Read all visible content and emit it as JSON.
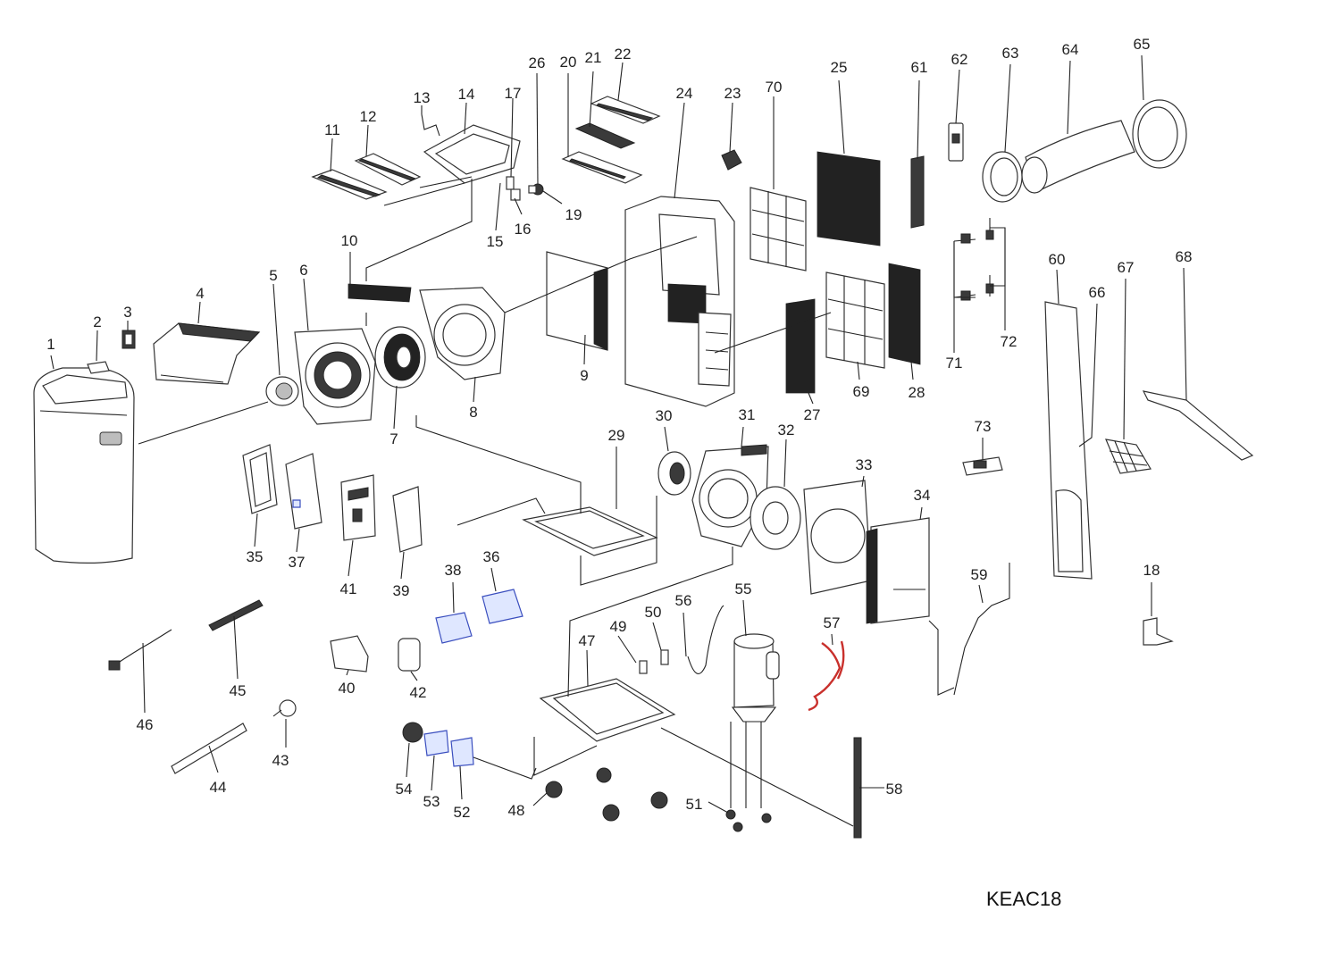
{
  "model_label": "KEAC18",
  "callouts": [
    "1",
    "2",
    "3",
    "4",
    "5",
    "6",
    "7",
    "8",
    "9",
    "10",
    "11",
    "12",
    "13",
    "14",
    "15",
    "16",
    "17",
    "18",
    "19",
    "20",
    "21",
    "22",
    "23",
    "24",
    "25",
    "26",
    "27",
    "28",
    "29",
    "30",
    "31",
    "32",
    "33",
    "34",
    "35",
    "36",
    "37",
    "38",
    "39",
    "40",
    "41",
    "42",
    "43",
    "44",
    "45",
    "46",
    "47",
    "48",
    "49",
    "50",
    "51",
    "52",
    "53",
    "54",
    "55",
    "56",
    "57",
    "58",
    "59",
    "60",
    "61",
    "62",
    "63",
    "64",
    "65",
    "66",
    "67",
    "68",
    "69",
    "70",
    "71",
    "72",
    "73"
  ]
}
